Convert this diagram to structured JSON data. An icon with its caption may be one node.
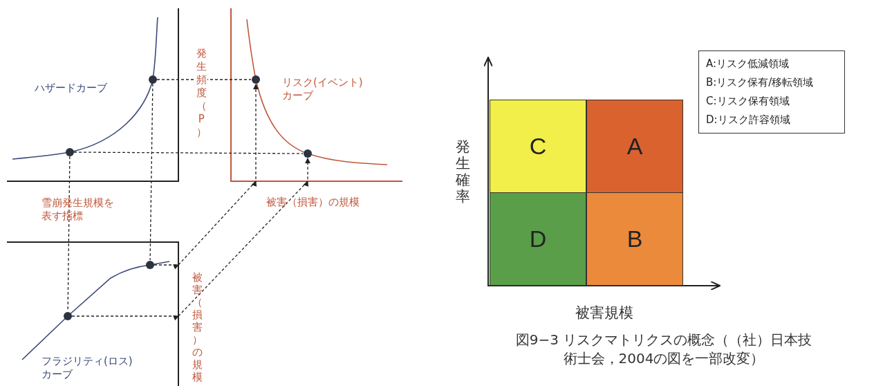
{
  "diagram": {
    "caption": "図9−3 リスクマトリクスの概念（（社）日本技術士会，2004の図を一部改変）",
    "nodes": [
      {
        "text": [],
        "shape": "circle"
      },
      {
        "text": [],
        "shape": "circle"
      },
      {
        "text": [],
        "shape": "circle"
      },
      {
        "text": [],
        "shape": "circle"
      },
      {
        "text": [],
        "shape": "circle"
      },
      {
        "text": [],
        "shape": "circle"
      },
      {
        "text": [
          "A:リスク低減領域",
          "B:リスク保有/移転領域",
          "C:リスク保有領域",
          "D:リスク許容領域"
        ]
      },
      {
        "text": [
          "C"
        ]
      },
      {
        "text": [
          "A"
        ]
      },
      {
        "text": [
          "D"
        ]
      },
      {
        "text": [
          "B"
        ]
      }
    ],
    "edges": [
      {
        "from": 0,
        "to": 1,
        "arrow": "none",
        "style": "dashed"
      },
      {
        "from": 2,
        "to": 3,
        "arrow": "none",
        "style": "dashed"
      },
      {
        "from": 0,
        "to": 4,
        "arrow": "none",
        "style": "dashed"
      },
      {
        "from": 2,
        "to": 5,
        "arrow": "none",
        "style": "dashed"
      },
      {
        "from": 4,
        "to": 1,
        "arrow": "to",
        "style": "dashed"
      },
      {
        "from": 5,
        "to": 3,
        "arrow": "to",
        "style": "dashed"
      }
    ],
    "labels": [
      "ハザードカーブ",
      "発生頻度（P）",
      "リスク(イベント)カーブ",
      "雪崩発生規模を表す指標",
      "被害（損害）の規模",
      "被害（損害）の規模",
      "フラジリティ(ロス)カーブ",
      "発生確率",
      "被害規模"
    ]
  }
}
